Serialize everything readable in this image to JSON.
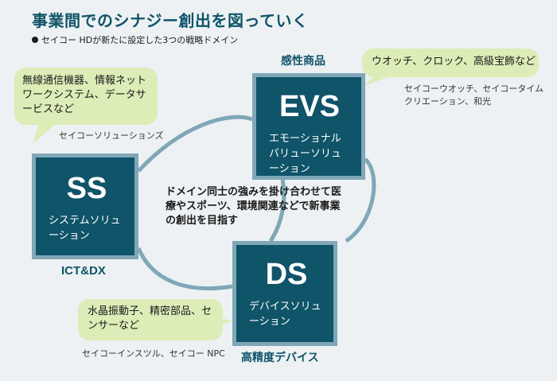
{
  "header": {
    "title": "事業間でのシナジー創出を図っていく",
    "subtitle": "セイコー HDが新たに設定した3つの戦略ドメイン"
  },
  "units": {
    "ss": {
      "abbr": "SS",
      "full_name": "システムソリューション",
      "domain_label": "ICT&DX",
      "products": "無線通信機器、情報ネットワークシステム、データサービスなど",
      "companies": "セイコーソリューションズ"
    },
    "evs": {
      "abbr": "EVS",
      "full_name": "エモーショナルバリューソリューション",
      "domain_label": "感性商品",
      "products": "ウオッチ、クロック、高級宝飾など",
      "companies": "セイコーウオッチ、セイコータイムクリエーション、和光"
    },
    "ds": {
      "abbr": "DS",
      "full_name": "デバイスソリューション",
      "domain_label": "高精度デバイス",
      "products": "水晶振動子、精密部品、センサーなど",
      "companies": "セイコーインスツル、セイコー NPC"
    }
  },
  "center_message": "ドメイン同士の強みを掛け合わせて医療やスポーツ、環境関連などで新事業の創出を目指す",
  "colors": {
    "box_fill": "#0f5469",
    "box_border": "#7fa7b7",
    "bubble_fill": "#dcedb7",
    "accent_text": "#0f5469",
    "background": "#edf1f3"
  }
}
